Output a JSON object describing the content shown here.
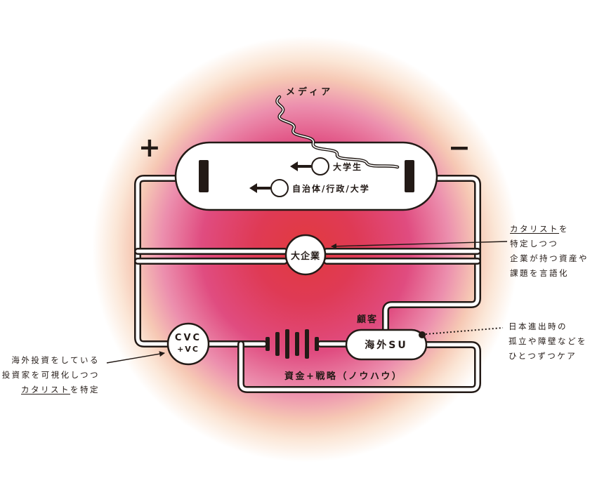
{
  "labels": {
    "media": "メディア",
    "plus": "+",
    "minus": "−",
    "university_students": "大学生",
    "municipality": "自治体/行政/大学",
    "large_corp": "大企業",
    "customers": "顧客",
    "cvc_line1": "CVC",
    "cvc_line2": "+VC",
    "overseas_su": "海外SU",
    "funding": "資金+戦略（ノウハウ）"
  },
  "notes": {
    "catalyst_right": {
      "line1_underlined": "カタリスト",
      "line1_rest": "を",
      "line2": "特定しつつ",
      "line3": "企業が持つ資産や",
      "line4": "課題を言語化"
    },
    "japan_entry": {
      "line1": "日本進出時の",
      "line2": "孤立や障壁などを",
      "line3": "ひとつずつケア"
    },
    "left_vc": {
      "line1": "海外投資をしている",
      "line2": "投資家を可視化しつつ",
      "line3_underlined": "カタリスト",
      "line3_rest": "を特定"
    }
  },
  "colors": {
    "line": "#231a16",
    "glow_center": "#e23a3e",
    "glow_mid": "#e04c80",
    "glow_edge": "#f6c8b4",
    "fill": "#ffffff"
  }
}
